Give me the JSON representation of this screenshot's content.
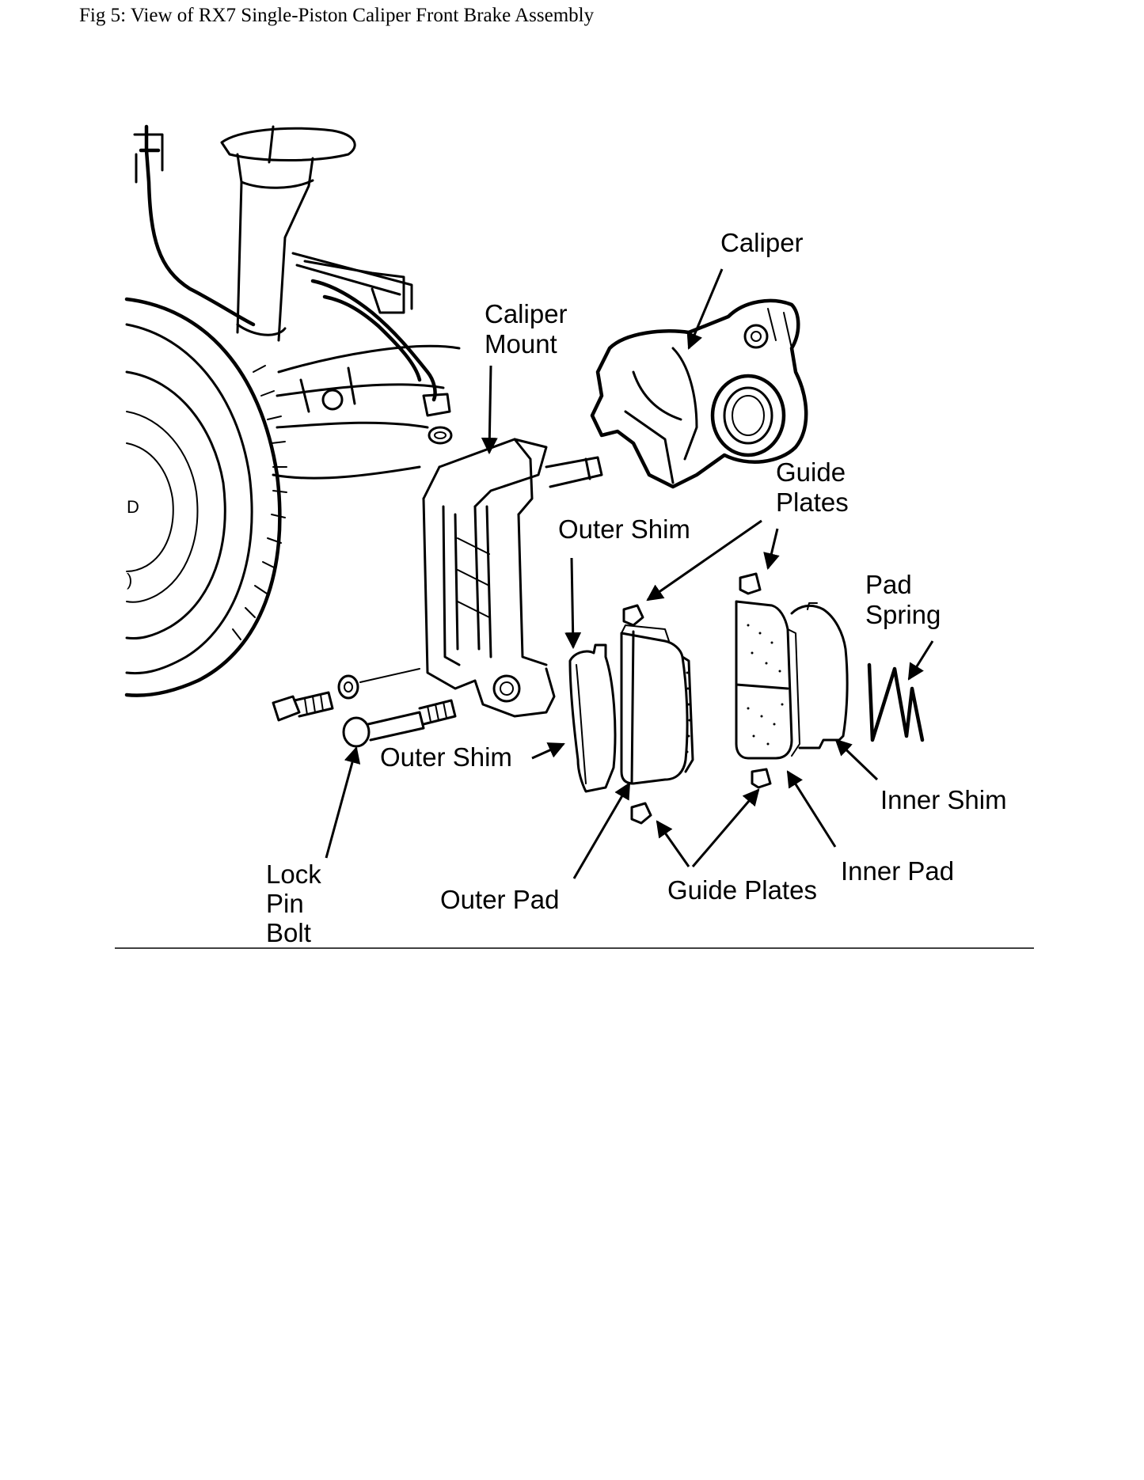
{
  "figure": {
    "caption": "Fig 5: View of RX7 Single-Piston Caliper Front Brake Assembly"
  },
  "labels": {
    "caliper": "Caliper",
    "caliper_mount_line1": "Caliper",
    "caliper_mount_line2": "Mount",
    "guide_plates_top_line1": "Guide",
    "guide_plates_top_line2": "Plates",
    "outer_shim_top": "Outer Shim",
    "pad_spring_line1": "Pad",
    "pad_spring_line2": "Spring",
    "outer_shim_bottom": "Outer Shim",
    "inner_shim": "Inner Shim",
    "lock_pin_bolt_line1": "Lock",
    "lock_pin_bolt_line2": "Pin",
    "lock_pin_bolt_line3": "Bolt",
    "outer_pad": "Outer Pad",
    "guide_plates_bottom": "Guide Plates",
    "inner_pad": "Inner Pad"
  }
}
